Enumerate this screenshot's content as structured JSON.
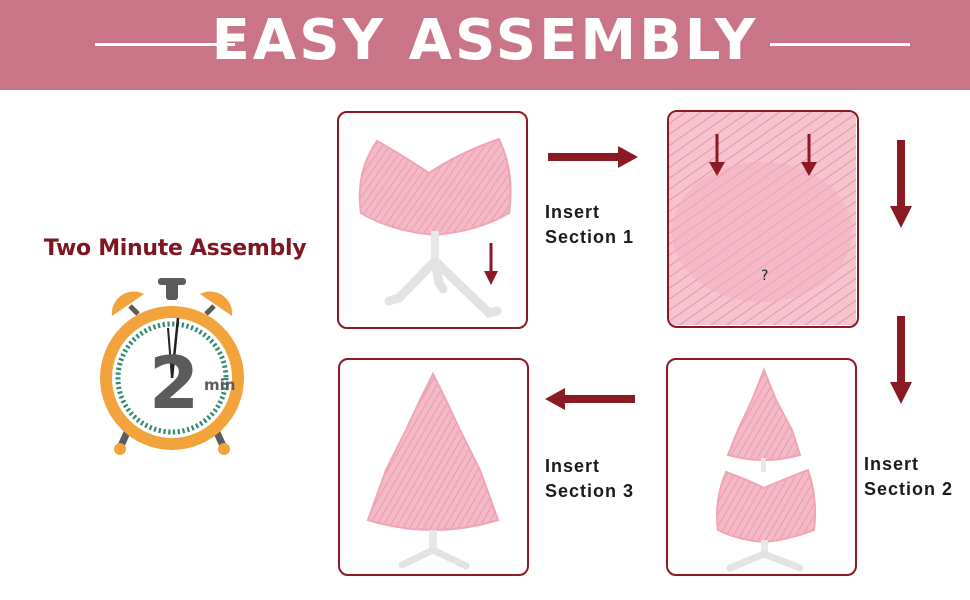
{
  "banner": {
    "title": "EASY ASSEMBLY"
  },
  "subtitle": "Two Minute Assembly",
  "clock": {
    "number": "2",
    "unit": "min"
  },
  "steps": [
    {
      "line1": "Insert",
      "line2": "Section 1"
    },
    {
      "line1": "Insert",
      "line2": "Section 2"
    },
    {
      "line1": "Insert",
      "line2": "Section 3"
    }
  ],
  "colors": {
    "banner": "#c97587",
    "accent": "#8b1a24",
    "subtitle": "#7d1620",
    "clock_orange": "#f2a33c",
    "clock_gray": "#5b5b5b",
    "tree_pink": "#f4b9c6"
  }
}
